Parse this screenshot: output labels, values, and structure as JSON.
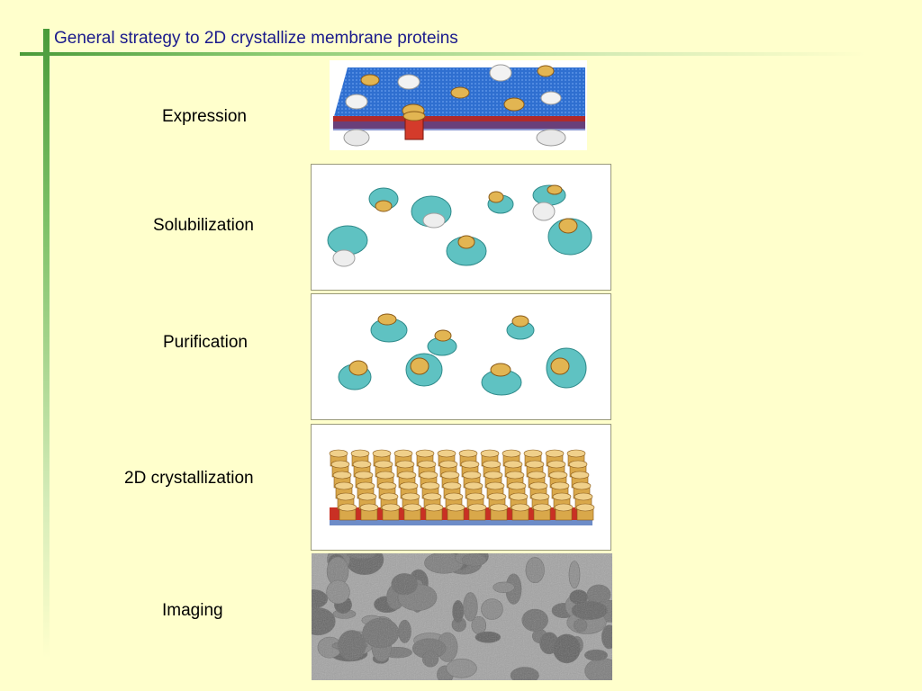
{
  "title": "General strategy to 2D crystallize membrane proteins",
  "steps": [
    {
      "label": "Expression"
    },
    {
      "label": "Solubilization"
    },
    {
      "label": "Purification"
    },
    {
      "label": "2D crystallization"
    },
    {
      "label": "Imaging"
    }
  ]
}
